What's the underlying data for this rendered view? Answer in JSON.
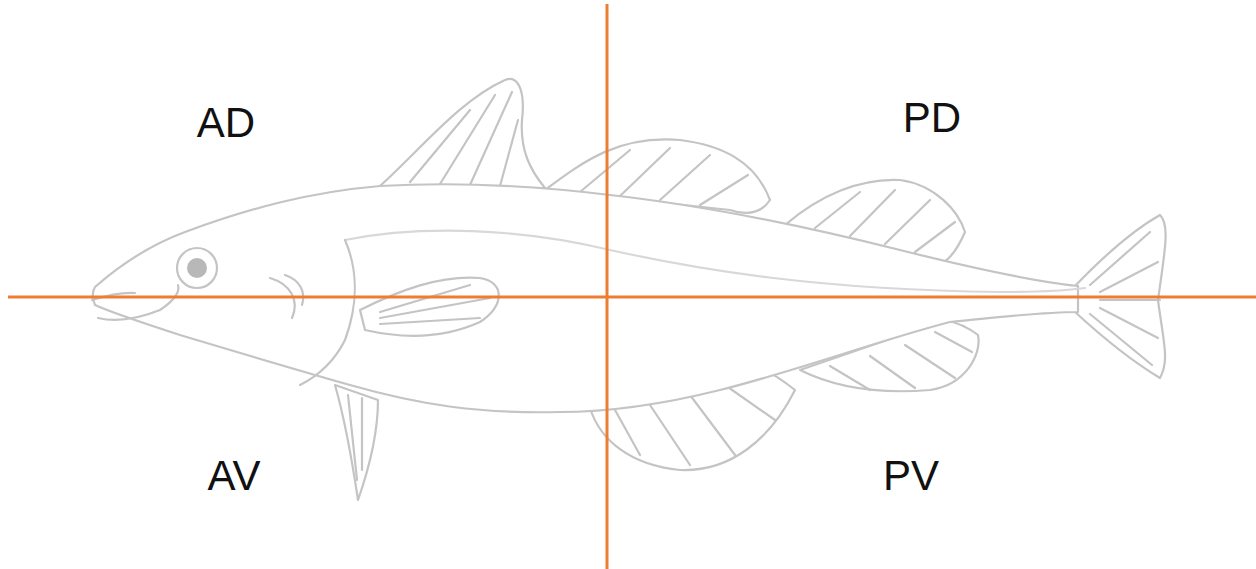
{
  "diagram": {
    "labels": [
      "AD",
      "PD",
      "AV",
      "PV"
    ]
  }
}
